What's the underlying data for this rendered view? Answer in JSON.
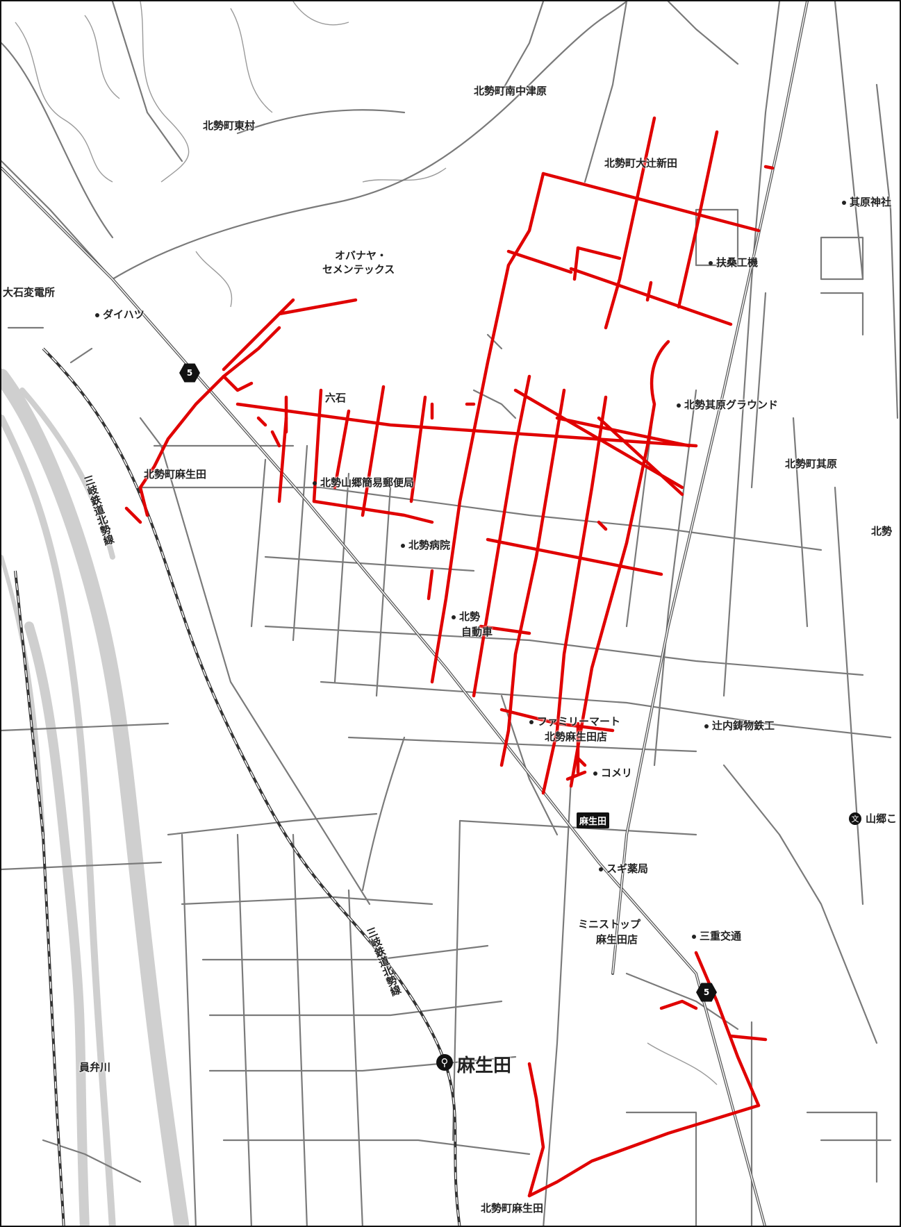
{
  "map": {
    "areas": {
      "minami_nakatsuhara": "北勢町南中津原",
      "higashimura": "北勢町東村",
      "otsuji_shinden": "北勢町大辻新田",
      "rokkoku": "六石",
      "asouda_nw": "北勢町麻生田",
      "sonohara": "北勢町其原",
      "hokusei_edge": "北勢",
      "asouda_s": "北勢町麻生田"
    },
    "pois": {
      "obanaya": "オバナヤ・",
      "obanaya2": "セメンテックス",
      "daihatsu": "ダイハツ",
      "substation": "大石変電所",
      "sonohara_shrine": "其原神社",
      "fuso": "扶桑工機",
      "ground": "北勢其原グラウンド",
      "post_office": "北勢山郷簡易郵便局",
      "hospital": "北勢病院",
      "car_shop1": "北勢",
      "car_shop2": "自動車",
      "familymart1": "ファミリーマート",
      "familymart2": "北勢麻生田店",
      "tsujiuchi": "辻内鋳物鉄工",
      "komeri": "コメリ",
      "yamago_school": "山郷こ",
      "sugi": "スギ薬局",
      "ministop1": "ミニストップ",
      "ministop2": "麻生田店",
      "mie_kotsu": "三重交通"
    },
    "railway": {
      "line_name_1": "三岐鉄道北勢線",
      "line_name_2": "三岐鉄道北勢線",
      "station_badge": "麻生田",
      "station_main": "麻生田"
    },
    "river": "員弁川",
    "route_numbers": {
      "r1": "5",
      "r2": "5"
    },
    "icons": {
      "station_pin": "train-station-icon",
      "school": "school-icon",
      "route_marker": "route-number-hex-icon"
    },
    "colors": {
      "highlight_route": "#e00000",
      "road": "#7a7a7a",
      "river": "#cfcfcf"
    }
  }
}
